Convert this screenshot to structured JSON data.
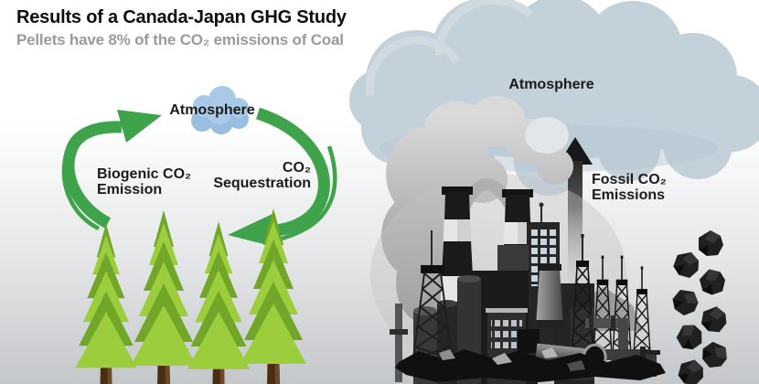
{
  "header": {
    "title": "Results of a Canada-Japan GHG Study",
    "subtitle": "Pellets have 8% of the CO₂ emissions of Coal"
  },
  "biogenic_cycle": {
    "atmosphere_label": "Atmosphere",
    "emission_line1": "Biogenic CO₂",
    "emission_line2": "Emission",
    "sequestration_line1": "CO₂",
    "sequestration_line2": "Sequestration",
    "tree_count": 4
  },
  "fossil_cycle": {
    "atmosphere_label": "Atmosphere",
    "emissions_line1": "Fossil CO₂",
    "emissions_line2": "Emissions",
    "coal_lump_count": 8
  },
  "colors": {
    "cycle_arrow_green": "#3fa34b",
    "tree_foliage_light": "#9bcd3c",
    "tree_foliage_dark": "#72a628",
    "tree_trunk_brown": "#4a2e14",
    "small_cloud_blue": "#a8cae8",
    "large_cloud_gray": "#c2d1da",
    "coal_black": "#202020",
    "title_text": "#0e0e0e",
    "subtitle_text": "#9a9a9a"
  }
}
